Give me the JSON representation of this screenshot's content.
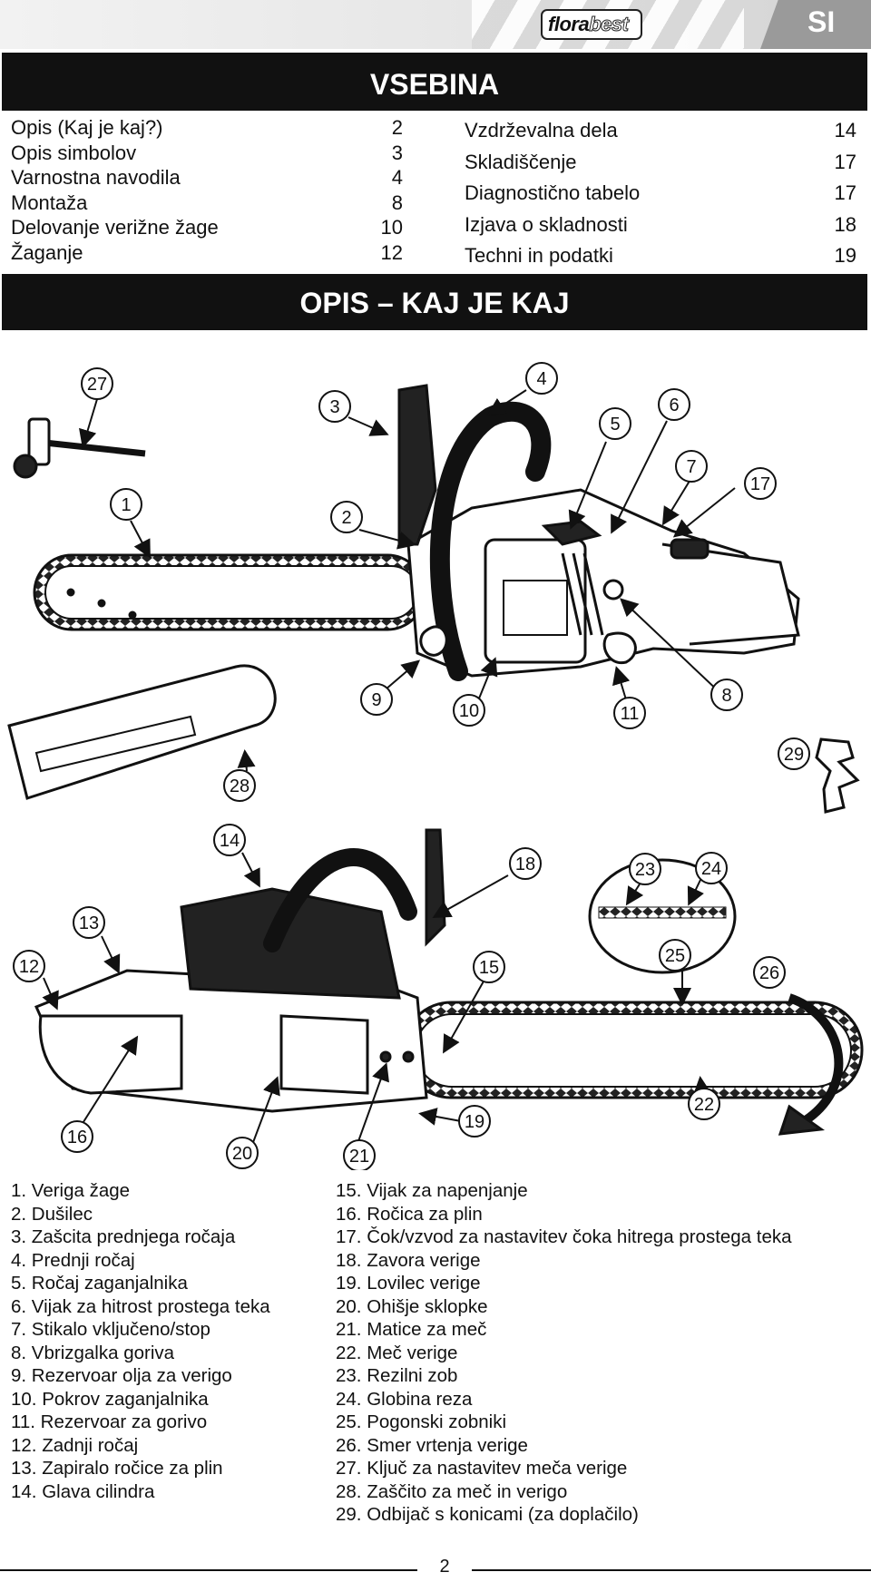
{
  "header": {
    "brand_part1": "flora",
    "brand_part2": "best",
    "country_code": "SI"
  },
  "contents": {
    "title": "VSEBINA",
    "left": [
      {
        "label": "Opis (Kaj je kaj?)",
        "page": "2"
      },
      {
        "label": "Opis simbolov",
        "page": "3"
      },
      {
        "label": "Varnostna navodila",
        "page": "4"
      },
      {
        "label": "Montaža",
        "page": "8"
      },
      {
        "label": "Delovanje verižne žage",
        "page": "10"
      },
      {
        "label": "Žaganje",
        "page": "12"
      }
    ],
    "right": [
      {
        "label": "Vzdrževalna dela",
        "page": "14"
      },
      {
        "label": "Skladiščenje",
        "page": "17"
      },
      {
        "label": "Diagnostično tabelo",
        "page": "17"
      },
      {
        "label": "Izjava o skladnosti",
        "page": "18"
      },
      {
        "label": "Techni in podatki",
        "page": "19"
      }
    ]
  },
  "description": {
    "title": "OPIS  –  KAJ JE KAJ",
    "callouts": [
      "1",
      "2",
      "3",
      "4",
      "5",
      "6",
      "7",
      "8",
      "9",
      "10",
      "11",
      "12",
      "13",
      "14",
      "15",
      "16",
      "17",
      "18",
      "19",
      "20",
      "21",
      "22",
      "23",
      "24",
      "25",
      "26",
      "27",
      "28",
      "29"
    ]
  },
  "parts": {
    "left": [
      "1.  Veriga žage",
      "2.  Dušilec",
      "3.  Zašcita prednjega ročaja",
      "4.  Prednji ročaj",
      "5.  Ročaj zaganjalnika",
      "6.  Vijak za hitrost prostega teka",
      "7.  Stikalo vključeno/stop",
      "8.  Vbrizgalka goriva",
      "9.  Rezervoar  olja za verigo",
      "10. Pokrov zaganjalnika",
      "11. Rezervoar za gorivo",
      "12. Zadnji ročaj",
      "13. Zapiralo ročice za plin",
      "14. Glava cilindra"
    ],
    "right": [
      "15. Vijak za napenjanje",
      "16. Ročica za plin",
      "17. Čok/vzvod za nastavitev čoka hitrega prostega teka",
      "18. Zavora verige",
      "19. Lovilec verige",
      "20. Ohišje sklopke",
      "21. Matice za meč",
      "22. Meč verige",
      "23. Rezilni zob",
      "24. Globina reza",
      "25. Pogonski zobniki",
      "26. Smer vrtenja verige",
      "27. Ključ za nastavitev meča verige",
      "28. Zaščito za meč in verigo",
      "29. Odbijač s konicami (za doplačilo)"
    ]
  },
  "footer": {
    "page_number": "2"
  }
}
